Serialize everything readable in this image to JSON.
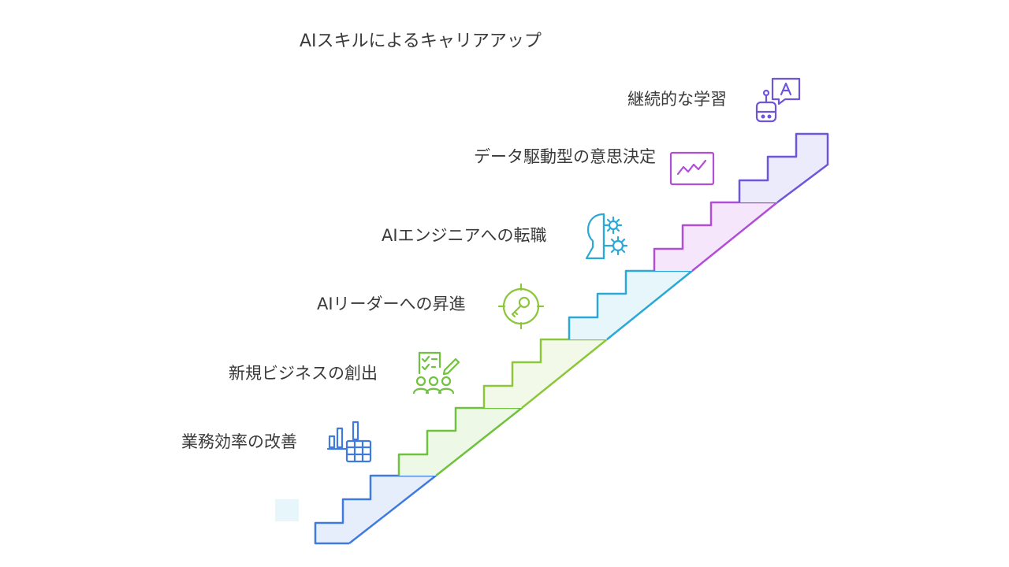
{
  "title": "AIスキルによるキャリアアップ",
  "steps": [
    {
      "label": "業務効率の改善",
      "icon": "chart-table-icon",
      "color": "#3f7ae0",
      "fill": "#e7eefb"
    },
    {
      "label": "新規ビジネスの創出",
      "icon": "team-checklist-icon",
      "color": "#6fc23d",
      "fill": "#eef8e6"
    },
    {
      "label": "AIリーダーへの昇進",
      "icon": "target-key-icon",
      "color": "#8cc63a",
      "fill": "#f3f9e8"
    },
    {
      "label": "AIエンジニアへの転職",
      "icon": "head-gear-icon",
      "color": "#2aa8d6",
      "fill": "#e6f6fb"
    },
    {
      "label": "データ駆動型の意思決定",
      "icon": "line-chart-icon",
      "color": "#b04fd6",
      "fill": "#f5e6fb"
    },
    {
      "label": "継続的な学習",
      "icon": "robot-chat-icon",
      "color": "#6e55d9",
      "fill": "#ecebfb"
    }
  ]
}
